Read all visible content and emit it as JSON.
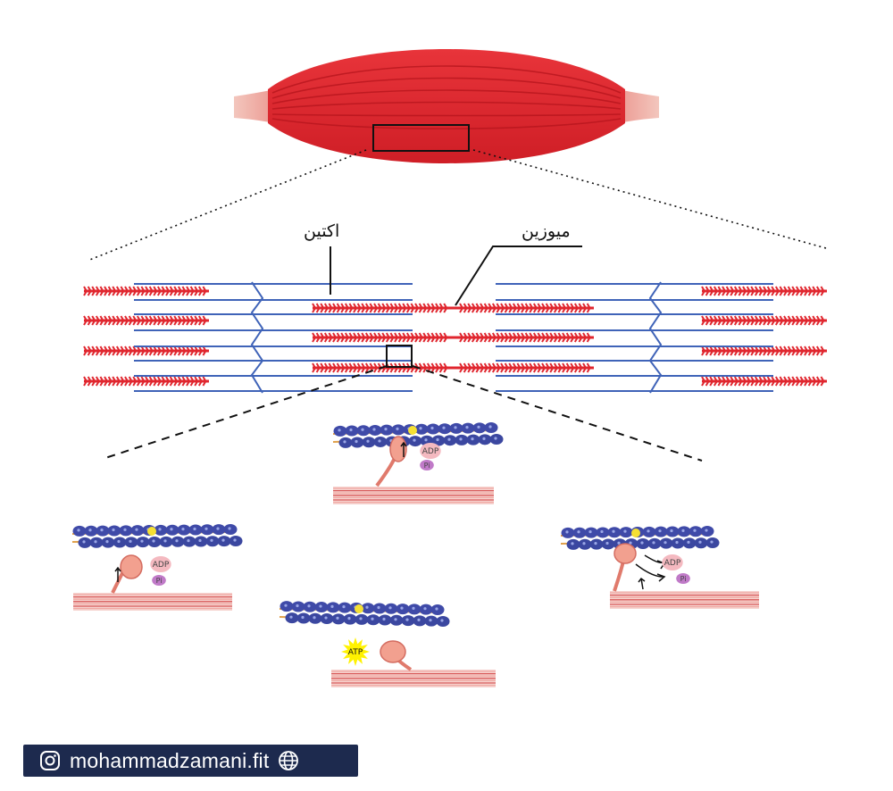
{
  "labels": {
    "actin": "اکتین",
    "myosin": "میوزین"
  },
  "molecules": {
    "adp": "ADP",
    "pi": "Pi",
    "atp": "ATP"
  },
  "watermark": {
    "handle": "mohammadzamani.fit",
    "left_icon": "instagram-icon",
    "right_icon": "globe-icon"
  },
  "colors": {
    "muscle": "#e0262e",
    "tendon": "#f2b9ae",
    "actin_filament": "#3f63b8",
    "myosin_filament": "#e0262e",
    "actin_bead": "#3f4aa8",
    "myosin_head": "#f2a08f",
    "adp": "#f4b9c0",
    "pi": "#c07ac8",
    "atp": "#fff200",
    "watermark_bg": "#1d2a4e"
  }
}
